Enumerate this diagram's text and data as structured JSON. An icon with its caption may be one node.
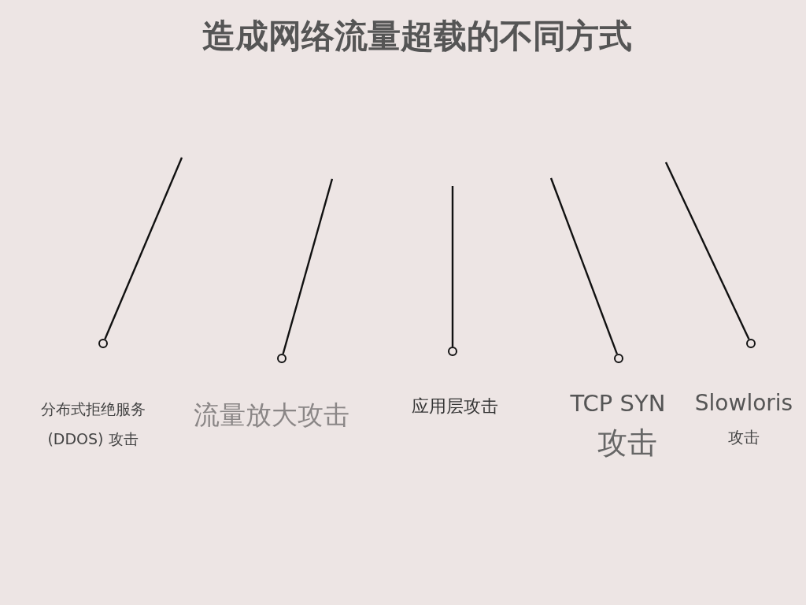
{
  "diagram": {
    "title": "造成网络流量超载的不同方式",
    "nodes": [
      {
        "text": [],
        "shape": "circle",
        "beside": [
          "分布式拒绝服务 (DDOS) 攻击"
        ]
      },
      {
        "text": [],
        "shape": "circle",
        "beside": [
          "流量放大攻击"
        ]
      },
      {
        "text": [],
        "shape": "circle",
        "beside": [
          "应用层攻击"
        ]
      },
      {
        "text": [],
        "shape": "circle",
        "beside": [
          "TCP SYN",
          "攻击"
        ]
      },
      {
        "text": [],
        "shape": "circle",
        "beside": [
          "Slowloris",
          "攻击"
        ]
      }
    ],
    "edges": [
      {
        "from": null,
        "to": 0,
        "arrow": "none"
      },
      {
        "from": null,
        "to": 1,
        "arrow": "none"
      },
      {
        "from": null,
        "to": 2,
        "arrow": "none"
      },
      {
        "from": null,
        "to": 3,
        "arrow": "none"
      },
      {
        "from": null,
        "to": 4,
        "arrow": "none"
      }
    ]
  }
}
